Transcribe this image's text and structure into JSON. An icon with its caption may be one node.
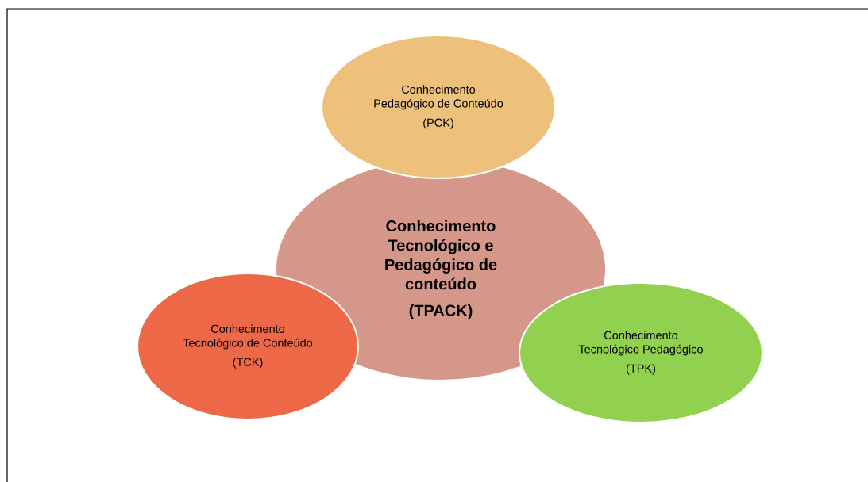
{
  "diagram": {
    "nodes": [
      {
        "text": [
          "Conhecimento Tecnológico e Pedagógico de conteúdo",
          "(TPACK)"
        ]
      },
      {
        "text": [
          "Conhecimento Pedagógico de Conteúdo",
          "(PCK)"
        ]
      },
      {
        "text": [
          "Conhecimento Tecnológico de Conteúdo",
          "(TCK)"
        ]
      },
      {
        "text": [
          "Conhecimento Tecnológico Pedagógico",
          "(TPK)"
        ]
      }
    ]
  }
}
